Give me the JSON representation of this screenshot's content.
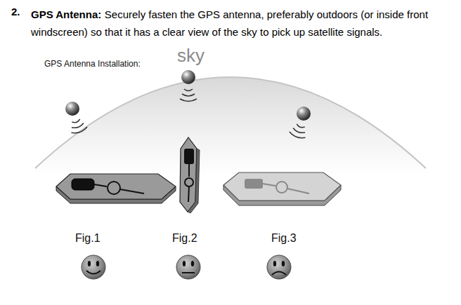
{
  "diagram": {
    "labels": [
      "2.",
      "GPS Antenna:",
      "Securely fasten the GPS antenna, preferably outdoors (or inside front windscreen) so that it has a clear view of the sky to pick up satellite signals.",
      "GPS Antenna Installation:",
      "sky",
      "Fig.1",
      "Fig.2",
      "Fig.3"
    ]
  }
}
